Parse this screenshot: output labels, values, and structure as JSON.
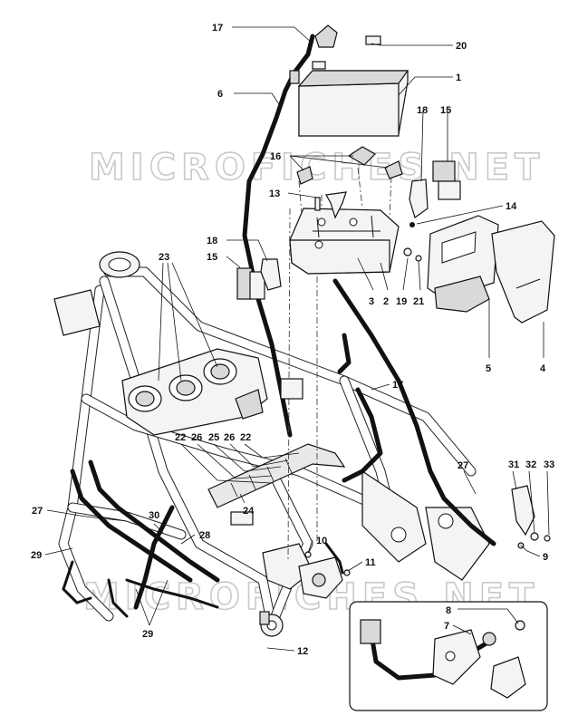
{
  "watermark": {
    "top": "MICROFICHES.NET",
    "bottom": "MICROFICHES.NET"
  },
  "callouts": {
    "c1": "1",
    "c2": "2",
    "c3": "3",
    "c4": "4",
    "c5": "5",
    "c6": "6",
    "c7": "7",
    "c8": "8",
    "c9": "9",
    "c10": "10",
    "c11": "11",
    "c12": "12",
    "c13": "13",
    "c14": "14",
    "c15a": "15",
    "c15b": "15",
    "c16": "16",
    "c17a": "17",
    "c17b": "17",
    "c18a": "18",
    "c18b": "18",
    "c19": "19",
    "c20": "20",
    "c21": "21",
    "c22a": "22",
    "c22b": "22",
    "c23": "23",
    "c24": "24",
    "c25": "25",
    "c26a": "26",
    "c26b": "26",
    "c27a": "27",
    "c27b": "27",
    "c28": "28",
    "c29a": "29",
    "c29b": "29",
    "c30": "30",
    "c31": "31",
    "c32": "32",
    "c33": "33"
  },
  "colors": {
    "line": "#111111",
    "watermark": "#c9c9c9",
    "background": "#ffffff"
  }
}
